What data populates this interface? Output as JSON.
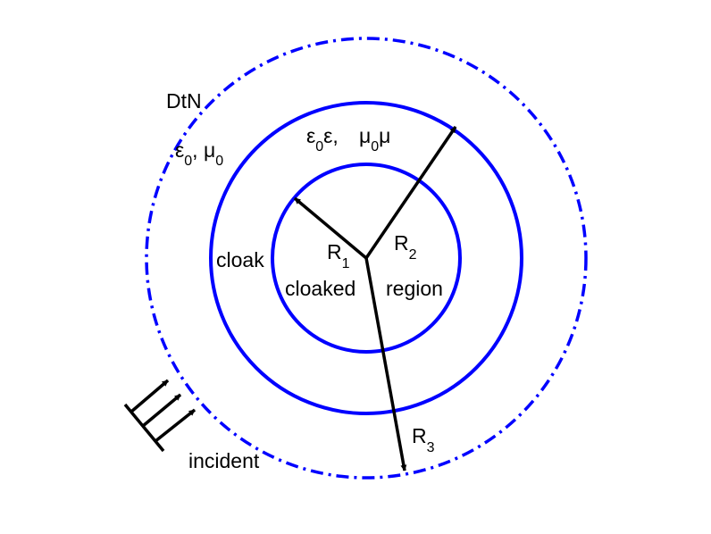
{
  "diagram": {
    "colors": {
      "circle": "#0000ff",
      "arrow": "#000000",
      "text": "#000000",
      "background": "#ffffff"
    },
    "labels": {
      "dtn": "DtN",
      "cloak": "cloak",
      "cloaked": "cloaked",
      "region": "region",
      "incident": "incident",
      "outer_params": {
        "eps": "ε",
        "eps_sub": "0",
        "sep": ", ",
        "mu": "μ",
        "mu_sub": "0"
      },
      "cloak_params": {
        "eps": "ε",
        "eps_sub": "0",
        "eps2": "ε,",
        "mu": "μ",
        "mu_sub": "0",
        "mu2": "μ"
      },
      "r1": {
        "main": "R",
        "sub": "1"
      },
      "r2": {
        "main": "R",
        "sub": "2"
      },
      "r3": {
        "main": "R",
        "sub": "3"
      }
    }
  }
}
